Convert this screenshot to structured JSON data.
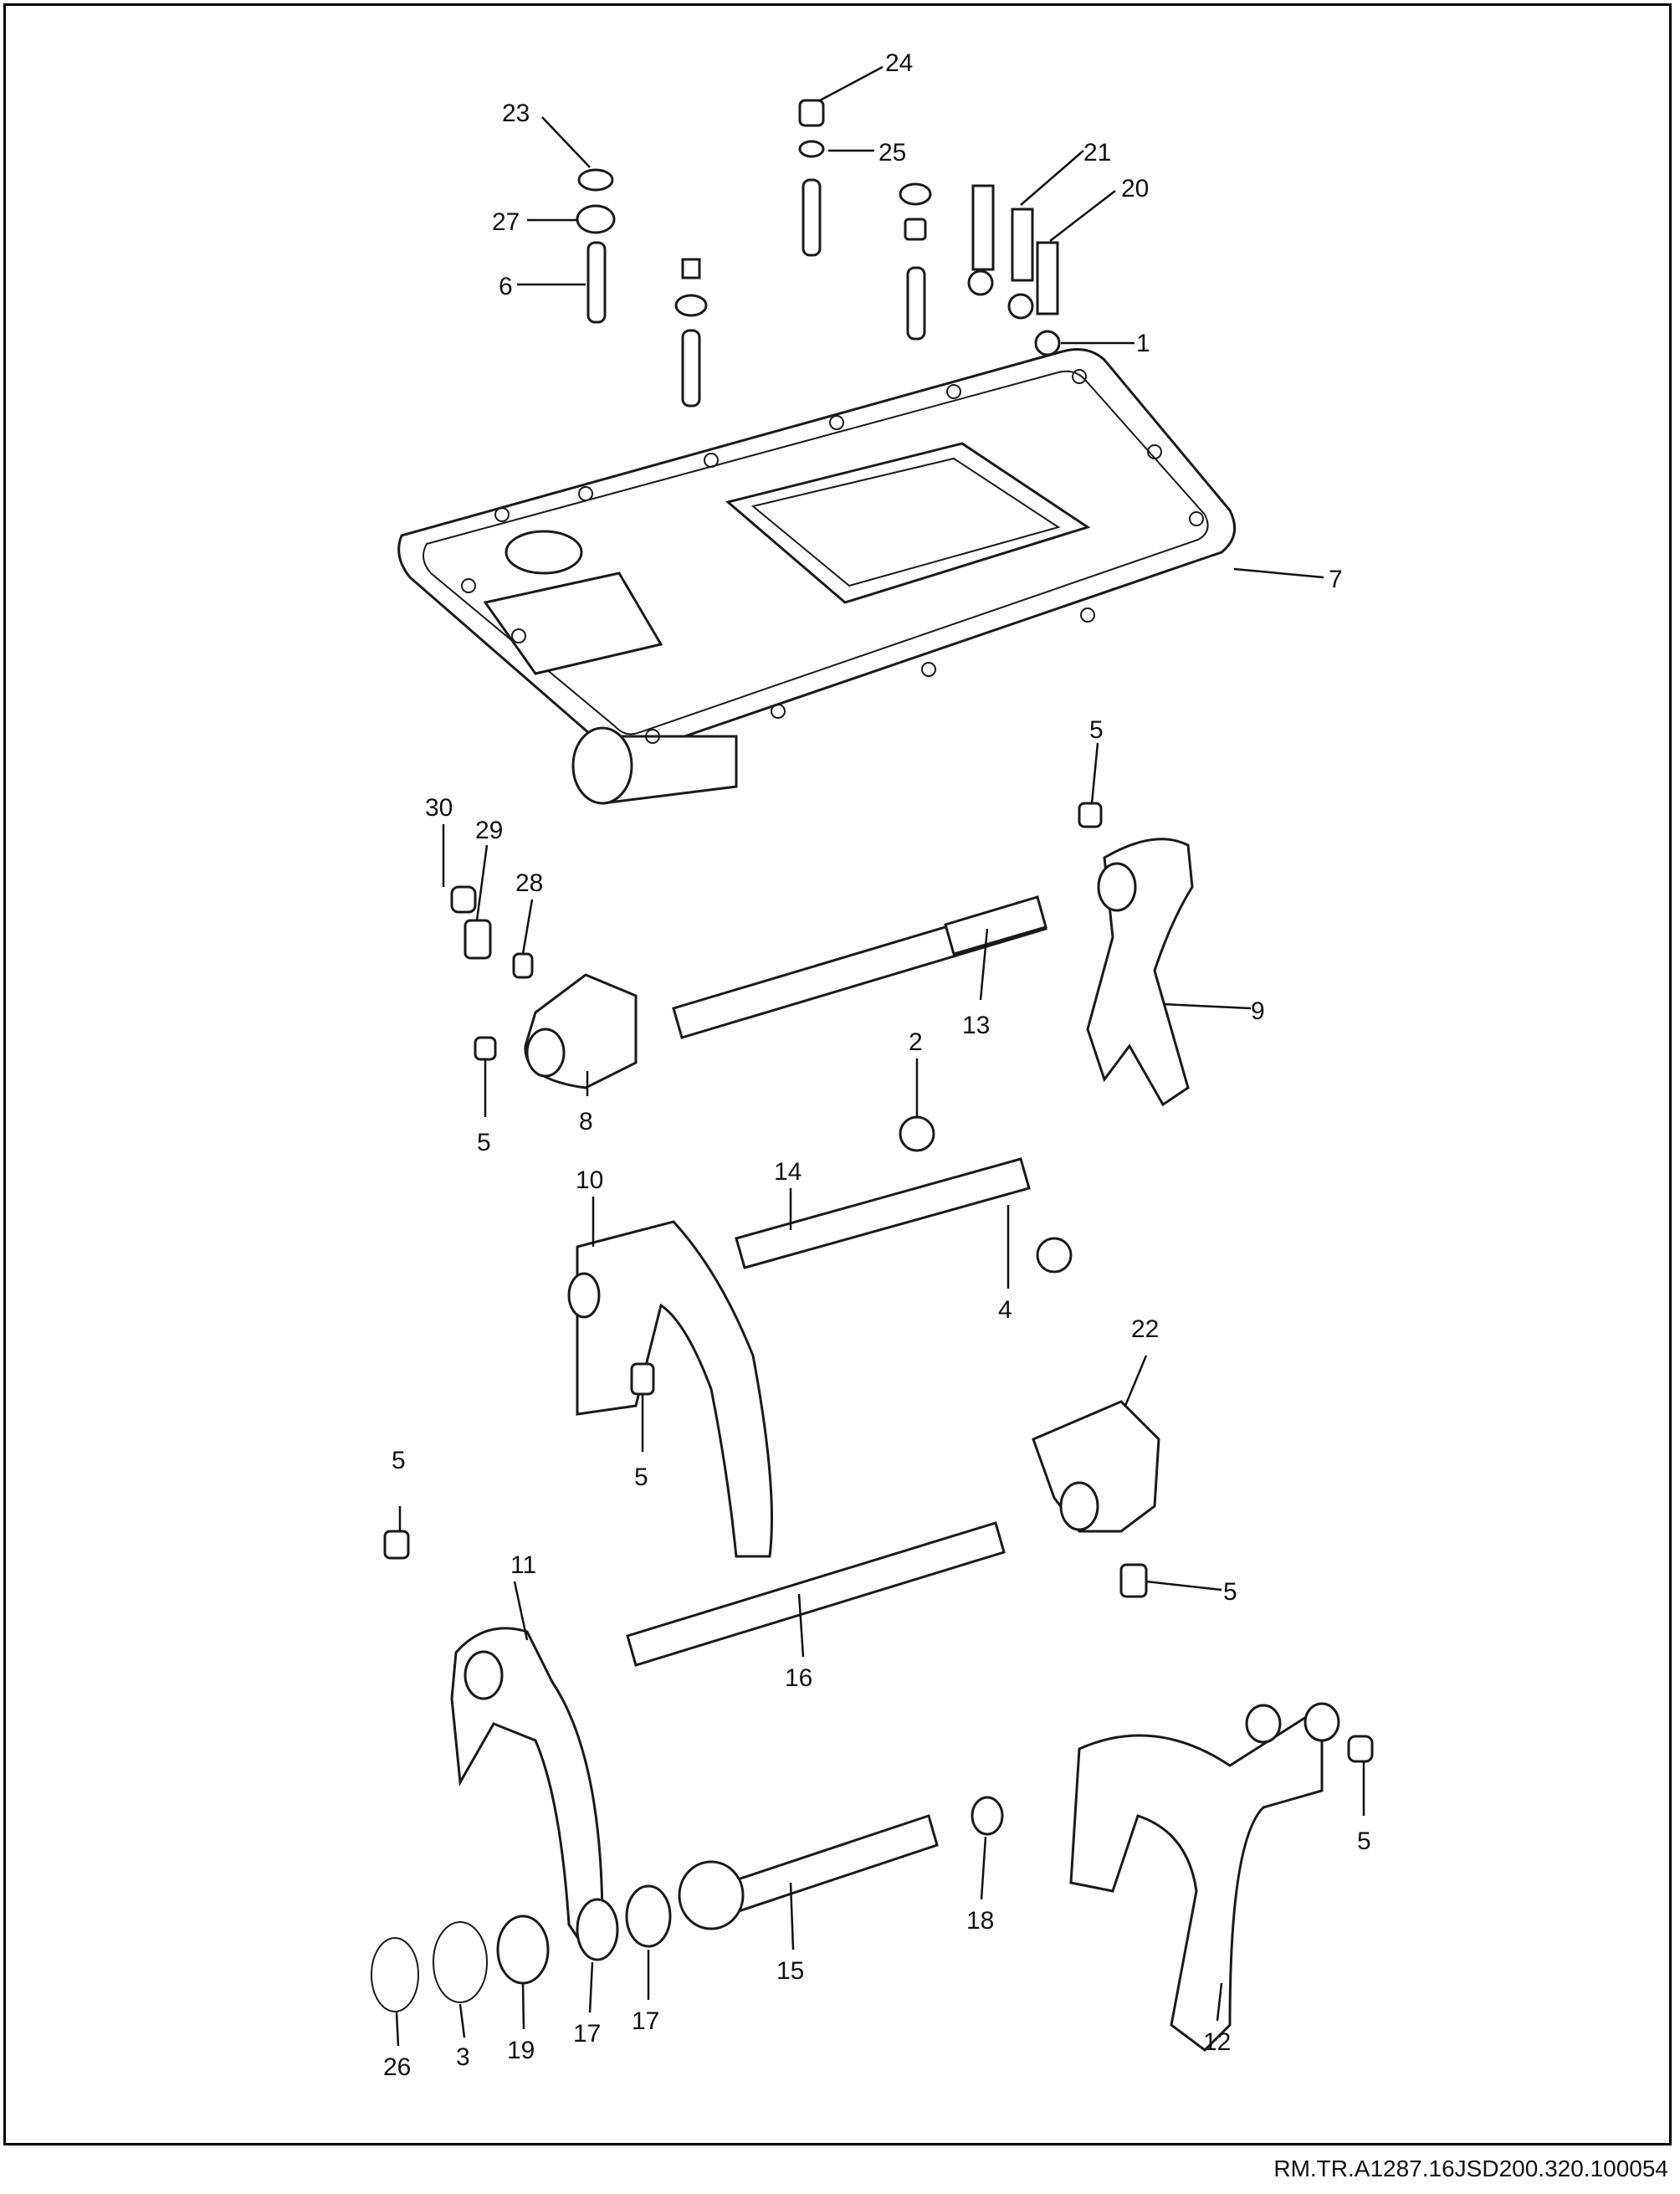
{
  "document_code": "RM.TR.A1287.16JSD200.320.100054",
  "callouts": [
    {
      "id": "1",
      "text": "1"
    },
    {
      "id": "2",
      "text": "2"
    },
    {
      "id": "3",
      "text": "3"
    },
    {
      "id": "4",
      "text": "4"
    },
    {
      "id": "5a",
      "text": "5"
    },
    {
      "id": "5b",
      "text": "5"
    },
    {
      "id": "5c",
      "text": "5"
    },
    {
      "id": "5d",
      "text": "5"
    },
    {
      "id": "5e",
      "text": "5"
    },
    {
      "id": "5f",
      "text": "5"
    },
    {
      "id": "6",
      "text": "6"
    },
    {
      "id": "7",
      "text": "7"
    },
    {
      "id": "8",
      "text": "8"
    },
    {
      "id": "9",
      "text": "9"
    },
    {
      "id": "10",
      "text": "10"
    },
    {
      "id": "11",
      "text": "11"
    },
    {
      "id": "12",
      "text": "12"
    },
    {
      "id": "13",
      "text": "13"
    },
    {
      "id": "14",
      "text": "14"
    },
    {
      "id": "15",
      "text": "15"
    },
    {
      "id": "16",
      "text": "16"
    },
    {
      "id": "17a",
      "text": "17"
    },
    {
      "id": "17b",
      "text": "17"
    },
    {
      "id": "18",
      "text": "18"
    },
    {
      "id": "19",
      "text": "19"
    },
    {
      "id": "20",
      "text": "20"
    },
    {
      "id": "21",
      "text": "21"
    },
    {
      "id": "22",
      "text": "22"
    },
    {
      "id": "23",
      "text": "23"
    },
    {
      "id": "24",
      "text": "24"
    },
    {
      "id": "25",
      "text": "25"
    },
    {
      "id": "26",
      "text": "26"
    },
    {
      "id": "27",
      "text": "27"
    },
    {
      "id": "28",
      "text": "28"
    },
    {
      "id": "29",
      "text": "29"
    },
    {
      "id": "30",
      "text": "30"
    }
  ]
}
